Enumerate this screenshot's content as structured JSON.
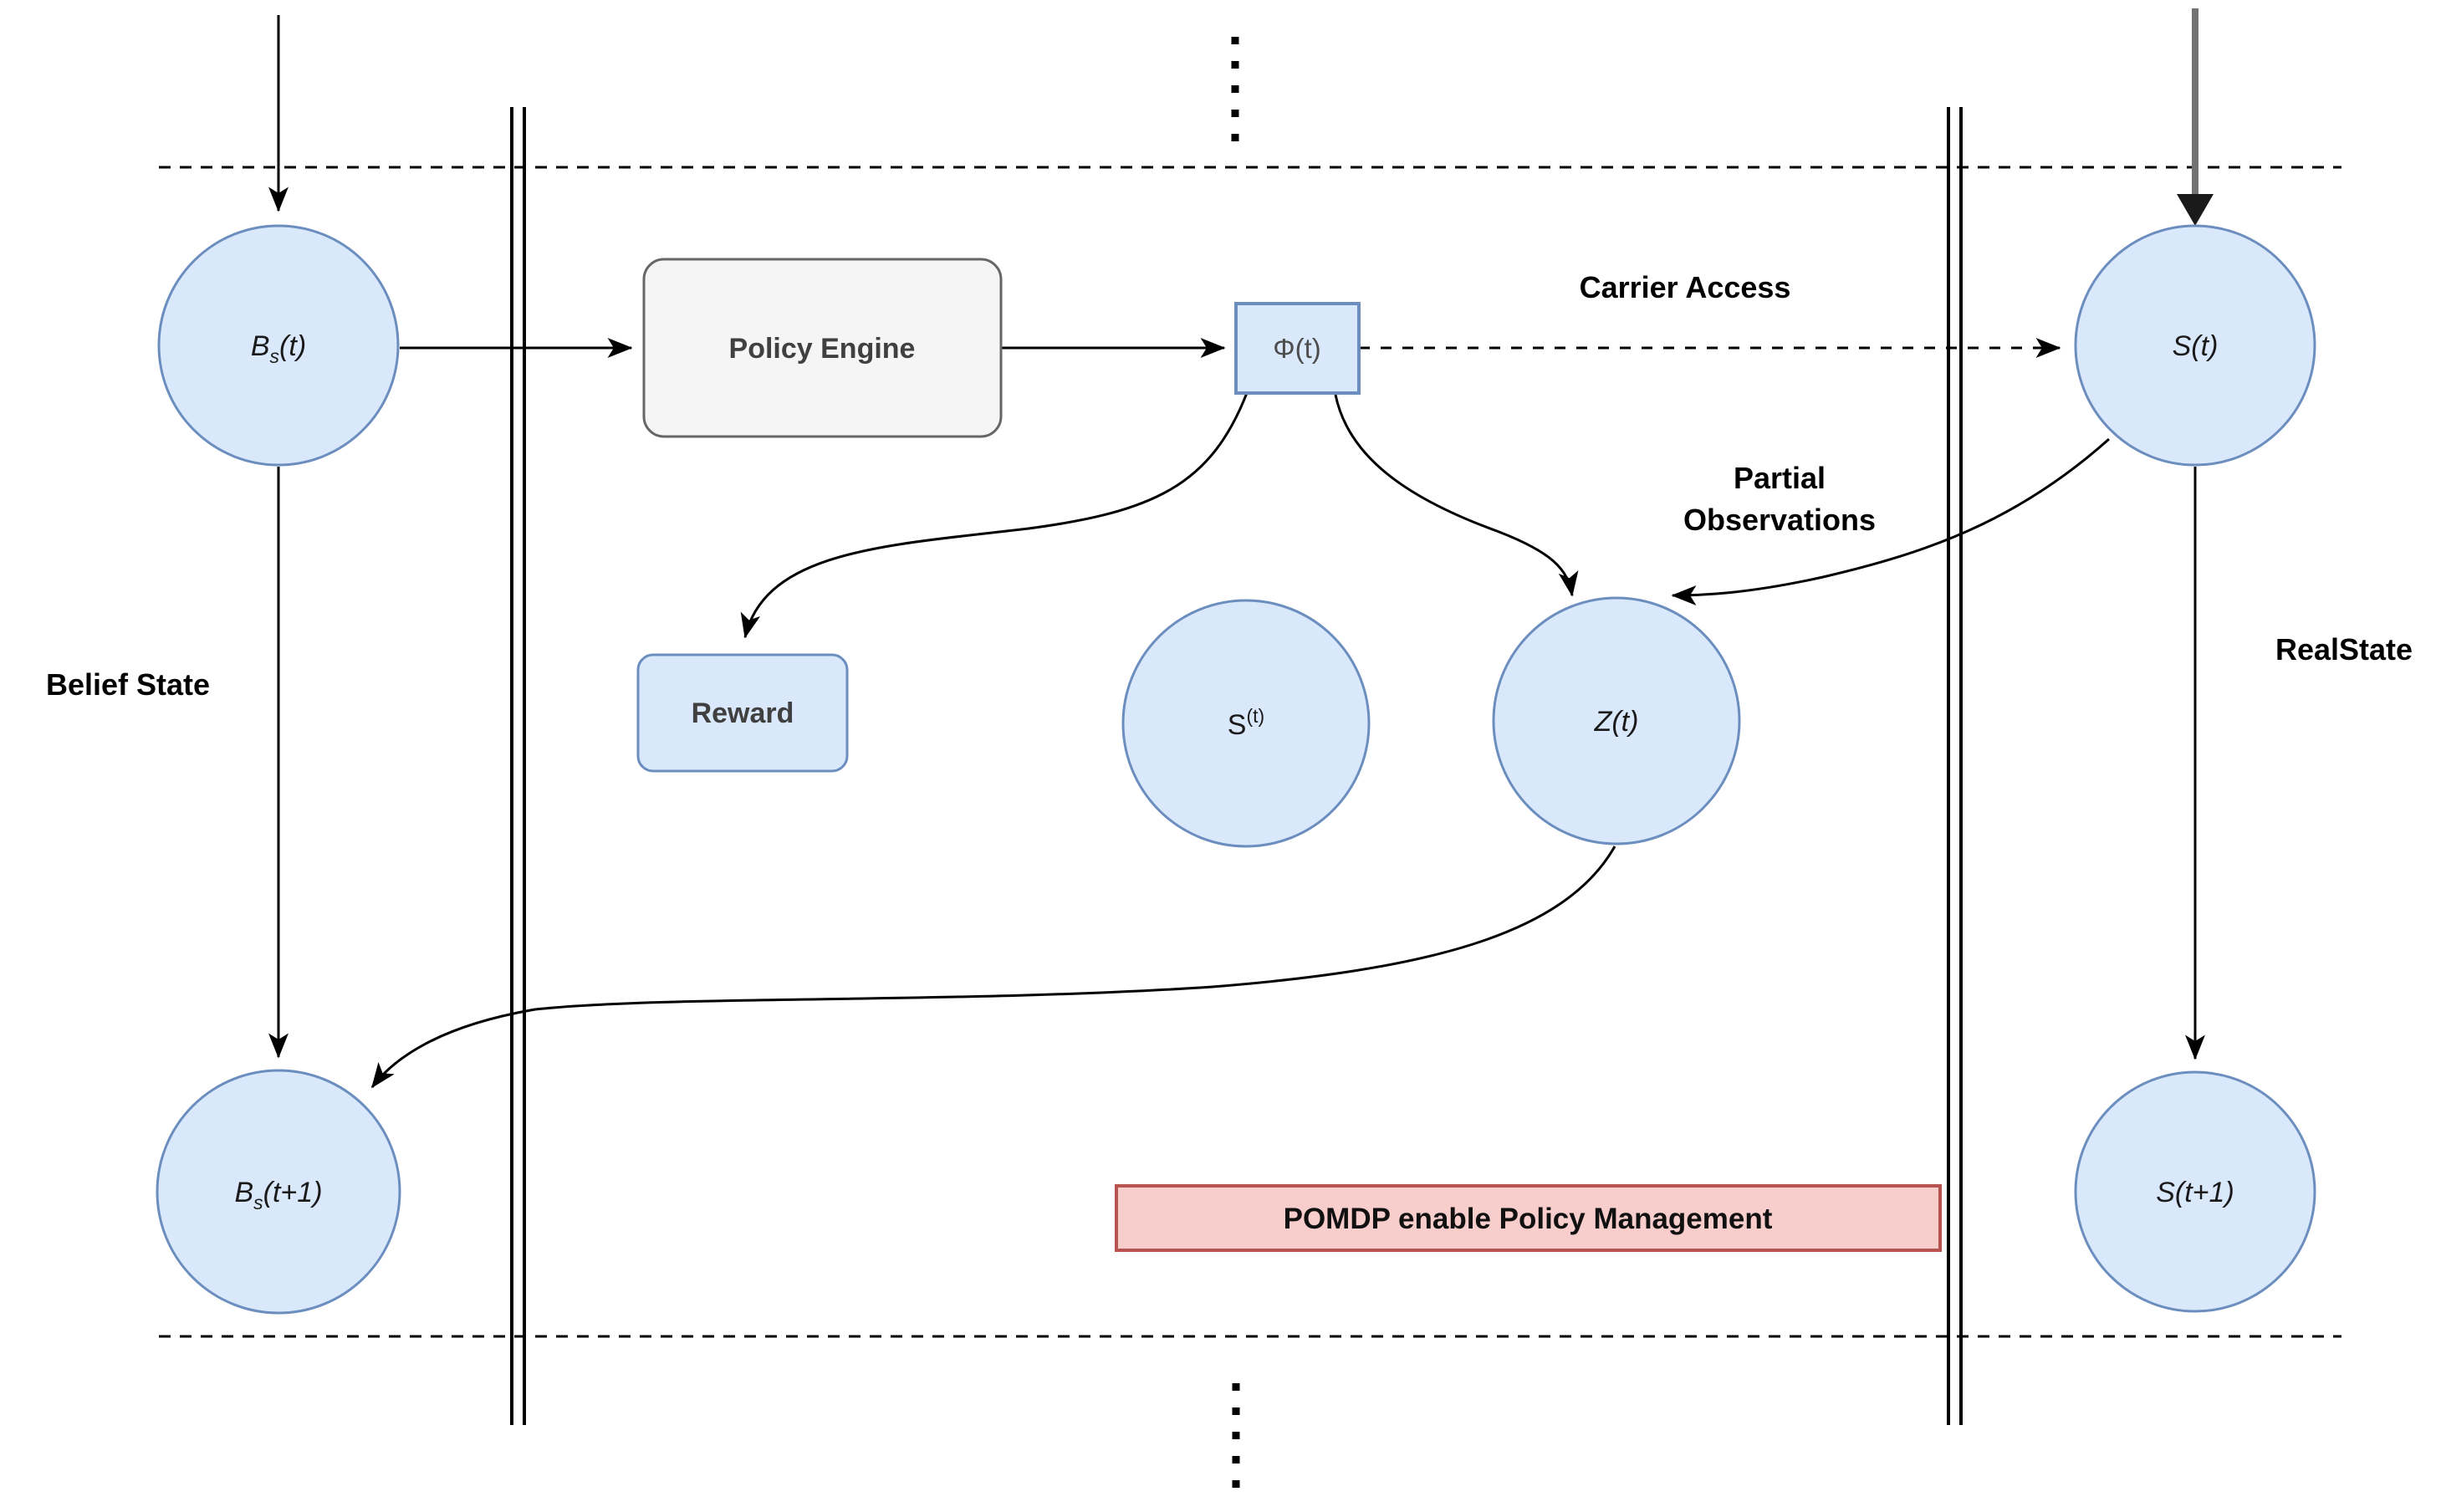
{
  "diagram": {
    "nodes": {
      "belief_t": {
        "base": "B",
        "sub": "s",
        "paren": "(t)"
      },
      "belief_t_plus_1": {
        "base": "B",
        "sub": "s",
        "paren": "(t+1)"
      },
      "state_t": {
        "base": "S",
        "paren": "(t)"
      },
      "state_t_plus_1": {
        "base": "S",
        "paren": "(t+1)"
      },
      "state_internal": {
        "base": "S",
        "sup": "(t)"
      },
      "observation": {
        "base": "Z",
        "paren": "(t)"
      }
    },
    "boxes": {
      "policy_engine": "Policy Engine",
      "action": "Φ(t)",
      "reward": "Reward",
      "banner": "POMDP enable Policy Management"
    },
    "labels": {
      "carrier_access": "Carrier Access",
      "partial_observations_line1": "Partial",
      "partial_observations_line2": "Observations",
      "belief_state": "Belief State",
      "real_state": "RealState"
    },
    "colors": {
      "node_fill": "#dae8fc",
      "node_border": "#6c8ebf",
      "engine_fill": "#f5f5f5",
      "engine_border": "#666666",
      "banner_fill": "#f8cecc",
      "banner_border": "#b85450",
      "thick_arrow": "#737373"
    }
  }
}
